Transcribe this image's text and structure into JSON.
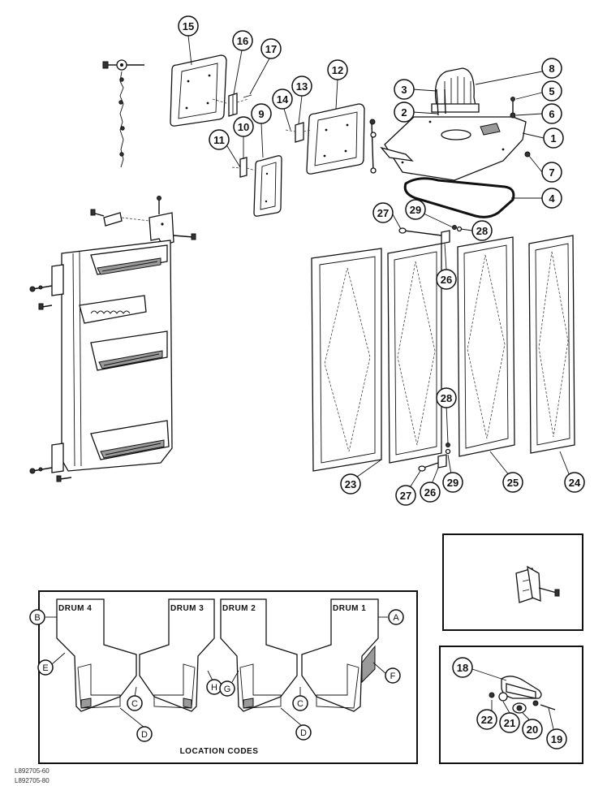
{
  "callouts": {
    "c1": "1",
    "c2": "2",
    "c3": "3",
    "c4": "4",
    "c5": "5",
    "c6": "6",
    "c7": "7",
    "c8": "8",
    "c9": "9",
    "c10": "10",
    "c11": "11",
    "c12": "12",
    "c13": "13",
    "c14": "14",
    "c15": "15",
    "c16": "16",
    "c17": "17",
    "c18": "18",
    "c19": "19",
    "c20": "20",
    "c21": "21",
    "c22": "22",
    "c23": "23",
    "c24": "24",
    "c25": "25",
    "c26a": "26",
    "c26b": "26",
    "c27a": "27",
    "c27b": "27",
    "c28a": "28",
    "c28b": "28",
    "c29a": "29",
    "c29b": "29"
  },
  "location_codes": {
    "title": "LOCATION CODES",
    "drums": {
      "d4": "DRUM   4",
      "d3": "DRUM   3",
      "d2": "DRUM   2",
      "d1": "DRUM   1"
    },
    "letters": {
      "A": "A",
      "B": "B",
      "C1": "C",
      "C2": "C",
      "D1": "D",
      "D2": "D",
      "E": "E",
      "F": "F",
      "G": "G",
      "H": "H"
    }
  },
  "figure_codes": {
    "line1": "L892705-60",
    "line2": "L892705-80"
  },
  "colors": {
    "ink": "#111111",
    "paper": "#ffffff",
    "shade": "#9a9a9a"
  }
}
